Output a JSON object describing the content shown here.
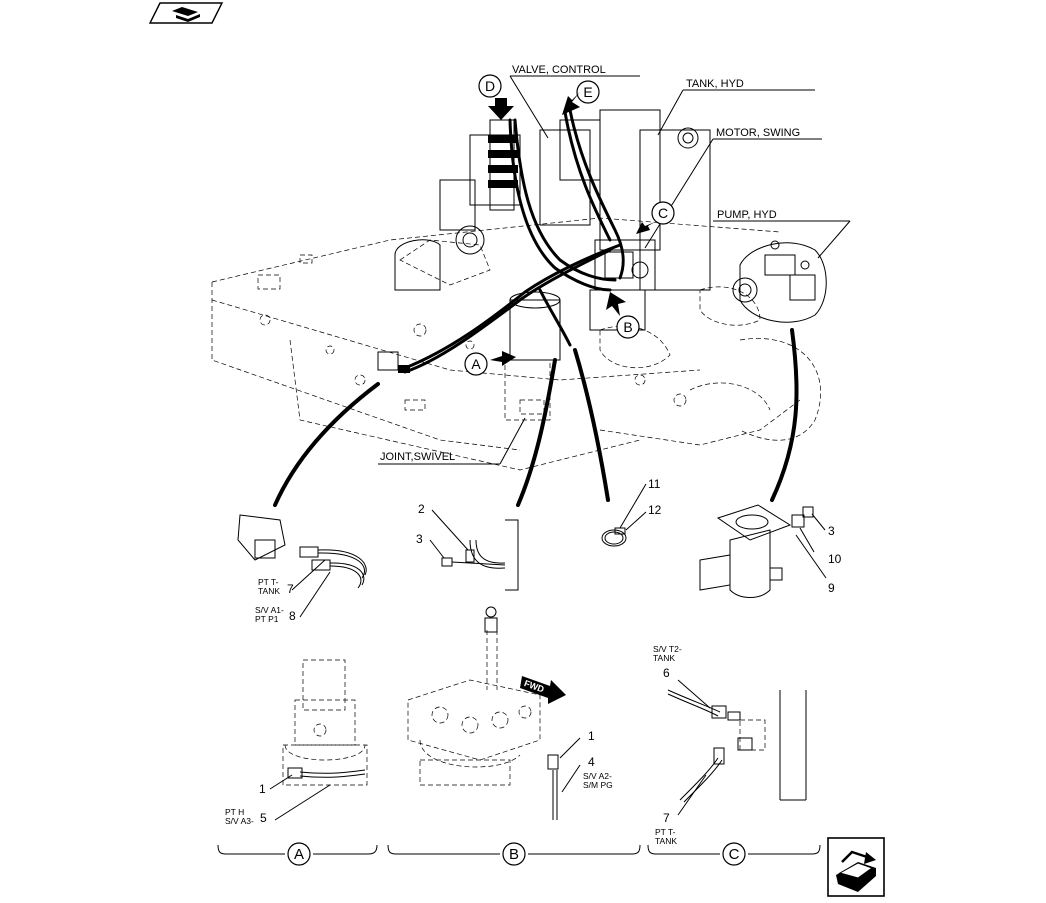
{
  "nav": {
    "prev_icon": "previous-page-icon",
    "next_icon": "next-page-icon"
  },
  "callouts": {
    "valve_control": "VALVE, CONTROL",
    "tank_hyd": "TANK, HYD",
    "motor_swing": "MOTOR, SWING",
    "pump_hyd": "PUMP, HYD",
    "joint_swivel": "JOINT,SWIVEL"
  },
  "view_letters": {
    "a": "A",
    "b": "B",
    "c": "C",
    "d": "D",
    "e": "E"
  },
  "part_numbers": {
    "n1a": "1",
    "n1b": "1",
    "n2": "2",
    "n3a": "3",
    "n3b": "3",
    "n4": "4",
    "n5": "5",
    "n6": "6",
    "n7a": "7",
    "n7b": "7",
    "n8": "8",
    "n9": "9",
    "n10": "10",
    "n11": "11",
    "n12": "12"
  },
  "port_labels": {
    "pt_t_tank_1a": "PT T-",
    "pt_t_tank_1b": "TANK",
    "sv_a1_1": "S/V A1-",
    "sv_a1_2": "PT P1",
    "pt_h_1": "PT H",
    "pt_h_2": "S/V A3-",
    "sv_a2_1": "S/V A2-",
    "sv_a2_2": "S/M PG",
    "sv_t2_1": "S/V T2-",
    "sv_t2_2": "TANK",
    "pt_t_tank_2a": "PT T-",
    "pt_t_tank_2b": "TANK"
  },
  "fwd_label": "FWD",
  "sections": {
    "a": "A",
    "b": "B",
    "c": "C"
  }
}
